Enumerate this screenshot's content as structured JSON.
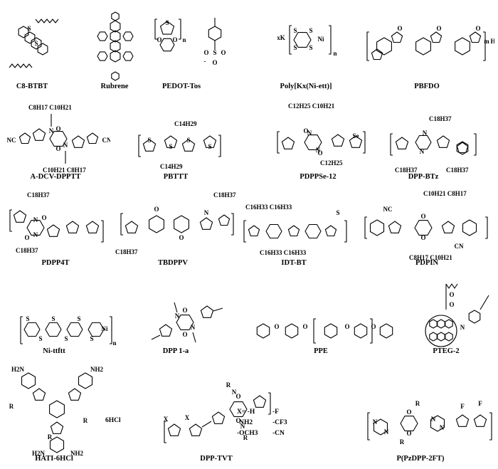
{
  "figure": {
    "compounds": [
      {
        "id": "c8btbt",
        "label": "C8-BTBT"
      },
      {
        "id": "rubrene",
        "label": "Rubrene"
      },
      {
        "id": "pedot",
        "label": "PEDOT-Tos"
      },
      {
        "id": "polykxniett",
        "label": "Poly[Kx(Ni-ett)]"
      },
      {
        "id": "pbfdo",
        "label": "PBFDO"
      },
      {
        "id": "adcvdpptt",
        "label": "A-DCV-DPPTT"
      },
      {
        "id": "pbttt",
        "label": "PBTTT"
      },
      {
        "id": "pdppse12",
        "label": "PDPPSe-12"
      },
      {
        "id": "dppbtz",
        "label": "DPP-BTz"
      },
      {
        "id": "pdpp4t",
        "label": "PDPP4T"
      },
      {
        "id": "tbdppv",
        "label": "TBDPPV"
      },
      {
        "id": "idtbt",
        "label": "IDT-BT"
      },
      {
        "id": "pdpin",
        "label": "PDPIN"
      },
      {
        "id": "nittftt",
        "label": "Ni-ttftt"
      },
      {
        "id": "dpp1a",
        "label": "DPP 1-a"
      },
      {
        "id": "ppe",
        "label": "PPE"
      },
      {
        "id": "pteg2",
        "label": "PTEG-2"
      },
      {
        "id": "hati6hcl",
        "label": "HATI-6HCl"
      },
      {
        "id": "dpptvt",
        "label": "DPP-TVT"
      },
      {
        "id": "ppzdpp2ft",
        "label": "P(PzDPP-2FT)"
      }
    ],
    "annotations": {
      "hcl": "6HCl",
      "substituents": [
        "X= -H",
        "-F",
        "-NH2",
        "-CF3",
        "-OCH3",
        "-CN"
      ]
    }
  }
}
